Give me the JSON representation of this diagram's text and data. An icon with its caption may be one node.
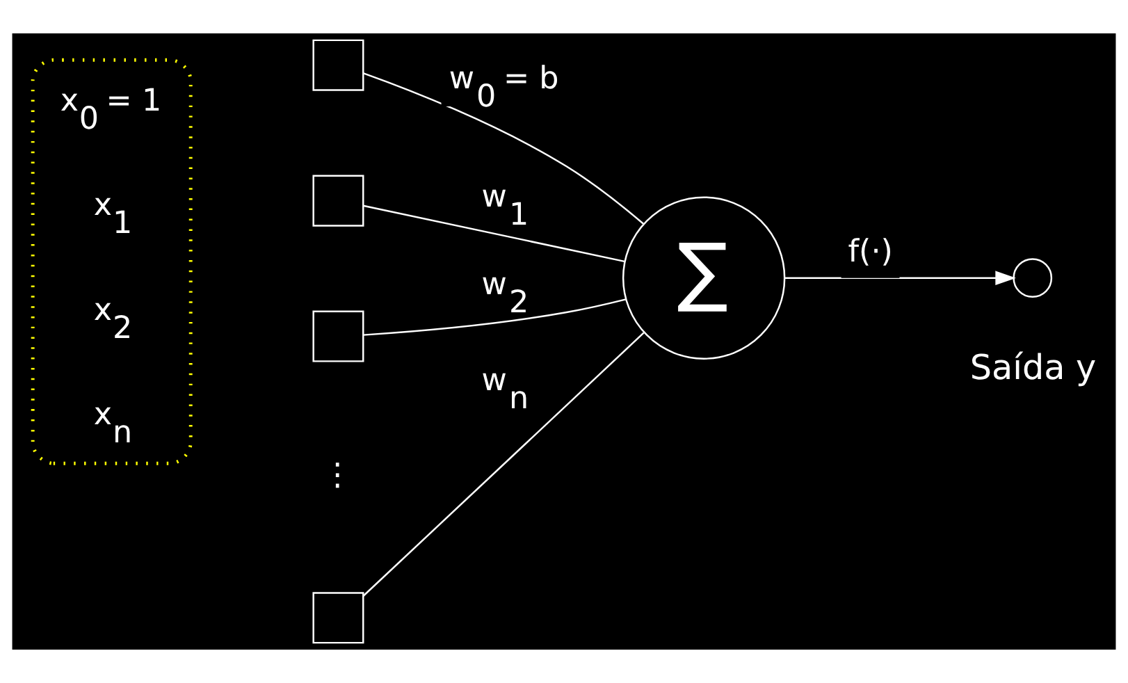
{
  "diagram": {
    "nodes": [
      {
        "text": [],
        "shape": "box"
      },
      {
        "text": [
          "x$_{0}$ = 1"
        ],
        "in": 0
      },
      {
        "text": [
          "x$_{1}$"
        ],
        "in": 0
      },
      {
        "text": [
          "x$_{2}$"
        ],
        "in": 0
      },
      {
        "text": [
          "x$_{n}$"
        ],
        "in": 0
      },
      {
        "text": [],
        "shape": "box"
      },
      {
        "text": [],
        "shape": "box"
      },
      {
        "text": [],
        "shape": "box"
      },
      {
        "text": [],
        "shape": "box"
      },
      {
        "text": [
          "∑"
        ]
      },
      {
        "text": [],
        "shape": "circle",
        "beside": [
          "Saída y"
        ]
      }
    ],
    "edges": [
      {
        "from": 5,
        "to": 9,
        "arrow": "none",
        "label": "w$_{0}$ = b"
      },
      {
        "from": 6,
        "to": 9,
        "arrow": "none",
        "label": "w$_{1}$"
      },
      {
        "from": 7,
        "to": 9,
        "arrow": "none",
        "label": "w$_{2}$"
      },
      {
        "from": 8,
        "to": 9,
        "arrow": "none",
        "label": "w$_{n}$"
      },
      {
        "from": 9,
        "to": 10,
        "arrow": "to",
        "label": "f(·)"
      }
    ],
    "labels": [
      "⋮"
    ]
  }
}
